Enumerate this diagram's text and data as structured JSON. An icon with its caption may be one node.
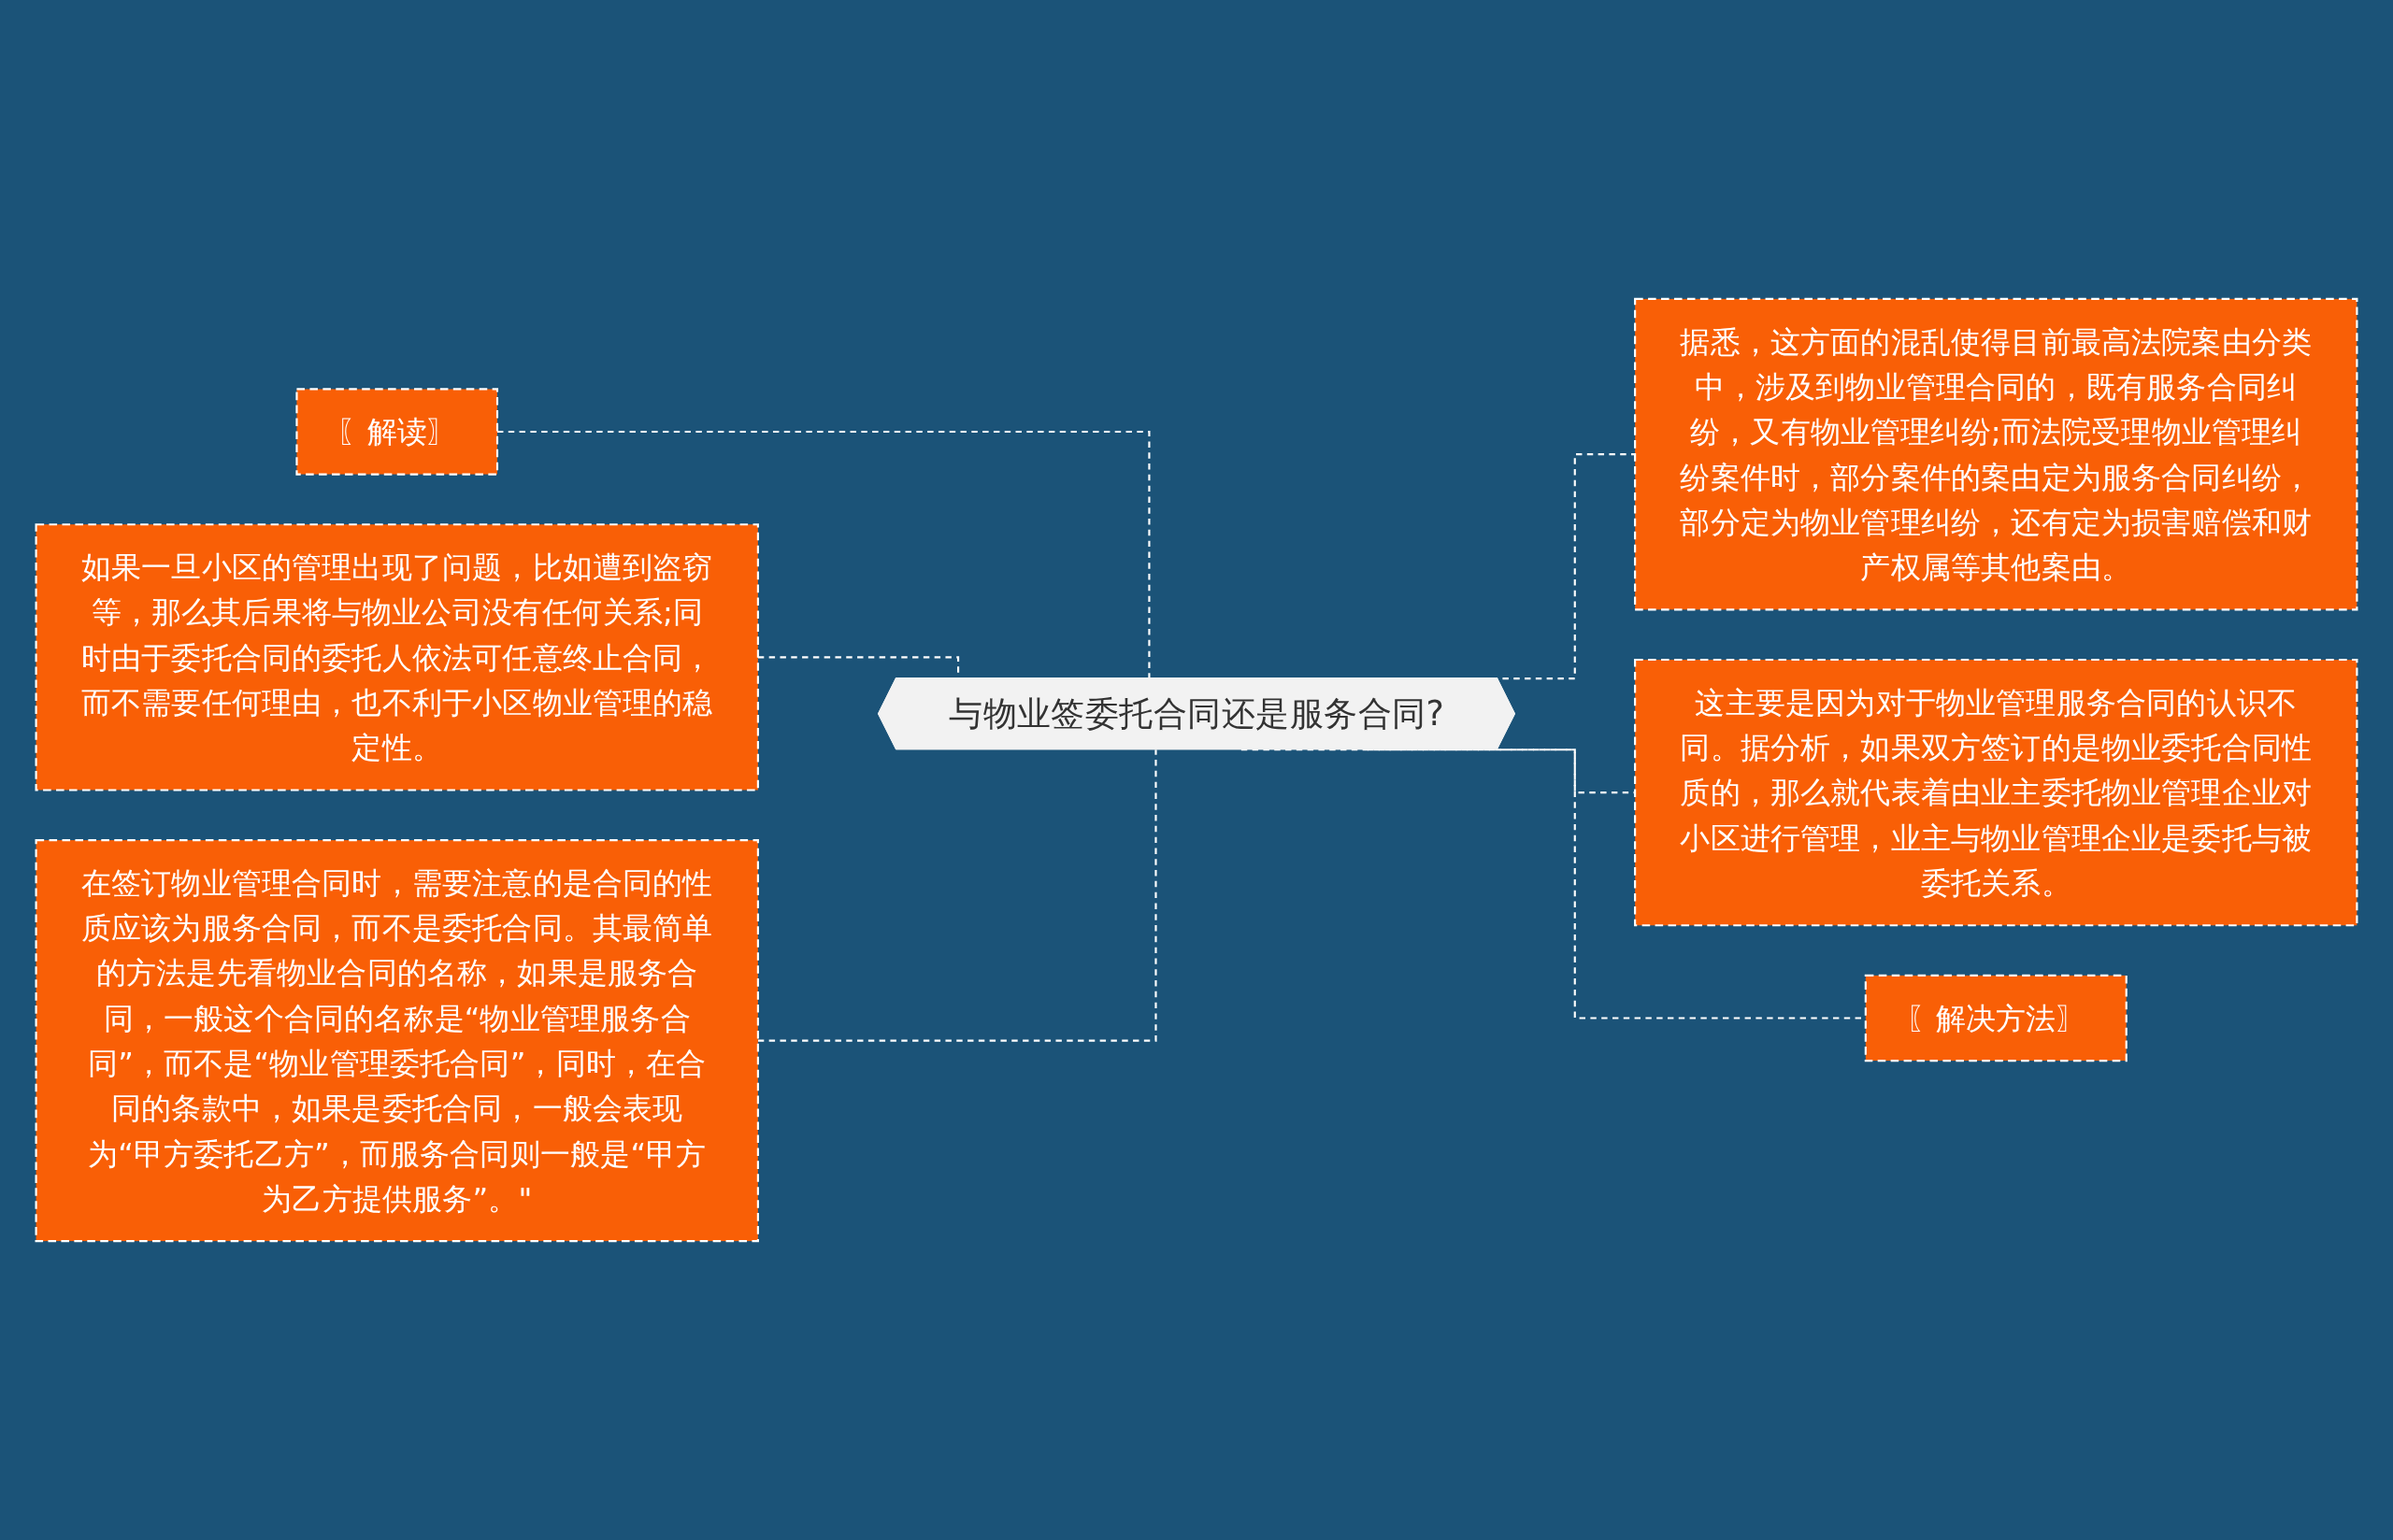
{
  "diagram": {
    "nodes": [
      {
        "text": [
          "与物业签委托合同还是服务合同?"
        ]
      },
      {
        "text": [
          "〖解读〗"
        ]
      },
      {
        "text": [
          "如果一旦小区的管理出现了问题，比如遭到盗窃等，那么其后果将与物业公司没有任何关系;同时由于委托合同的委托人依法可任意终止合同，而不需要任何理由，也不利于小区物业管理的稳定性。"
        ]
      },
      {
        "text": [
          "在签订物业管理合同时，需要注意的是合同的性质应该为服务合同，而不是委托合同。其最简单的方法是先看物业合同的名称，如果是服务合同，一般这个合同的名称是“物业管理服务合同”，而不是“物业管理委托合同”，同时，在合同的条款中，如果是委托合同，一般会表现为“甲方委托乙方”，而服务合同则一般是“甲方为乙方提供服务”。\""
        ]
      },
      {
        "text": [
          "据悉，这方面的混乱使得目前最高法院案由分类中，涉及到物业管理合同的，既有服务合同纠纷，又有物业管理纠纷;而法院受理物业管理纠纷案件时，部分案件的案由定为服务合同纠纷，部分定为物业管理纠纷，还有定为损害赔偿和财产权属等其他案由。"
        ]
      },
      {
        "text": [
          "这主要是因为对于物业管理服务合同的认识不同。据分析，如果双方签订的是物业委托合同性质的，那么就代表着由业主委托物业管理企业对小区进行管理，业主与物业管理企业是委托与被委托关系。"
        ]
      },
      {
        "text": [
          "〖解决方法〗"
        ]
      }
    ],
    "edges": [
      {
        "from": 1,
        "to": 0,
        "arrow": "none",
        "style": "dashed"
      },
      {
        "from": 2,
        "to": 0,
        "arrow": "none",
        "style": "dashed"
      },
      {
        "from": 3,
        "to": 0,
        "arrow": "none",
        "style": "dashed"
      },
      {
        "from": 0,
        "to": 4,
        "arrow": "none",
        "style": "dashed"
      },
      {
        "from": 0,
        "to": 5,
        "arrow": "none",
        "style": "dashed"
      },
      {
        "from": 0,
        "to": 6,
        "arrow": "none",
        "style": "dashed"
      }
    ]
  }
}
